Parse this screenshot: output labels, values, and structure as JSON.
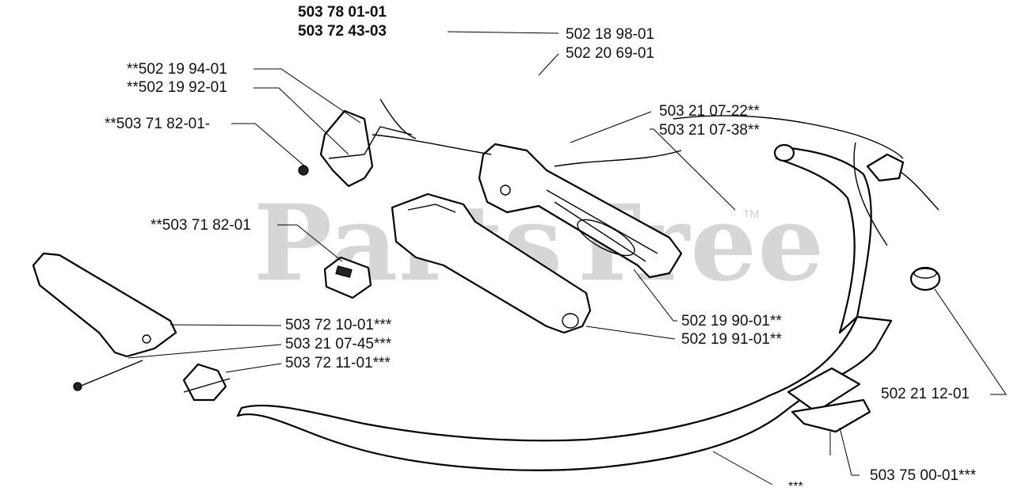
{
  "watermark": {
    "text": "PartsTree",
    "trademark": "TM"
  },
  "header_parts": [
    "503 78 01-01",
    "503 72 43-03"
  ],
  "labels": {
    "l1": "502 18 98-01",
    "l2": "502 20 69-01",
    "l3": "**502 19 94-01",
    "l4": "**502 19 92-01",
    "l5": "**503 71 82-01-",
    "l6": "503 21 07-22**",
    "l7": "503 21 07-38**",
    "l8": "**503 71 82-01",
    "l9": "503 72 10-01***",
    "l10": "503 21 07-45***",
    "l11": "503 72 11-01***",
    "l12": "502 19 90-01**",
    "l13": "502 19 91-01**",
    "l14": "502 21 12-01",
    "l15": "503 75 00-01***",
    "l16": "***"
  }
}
